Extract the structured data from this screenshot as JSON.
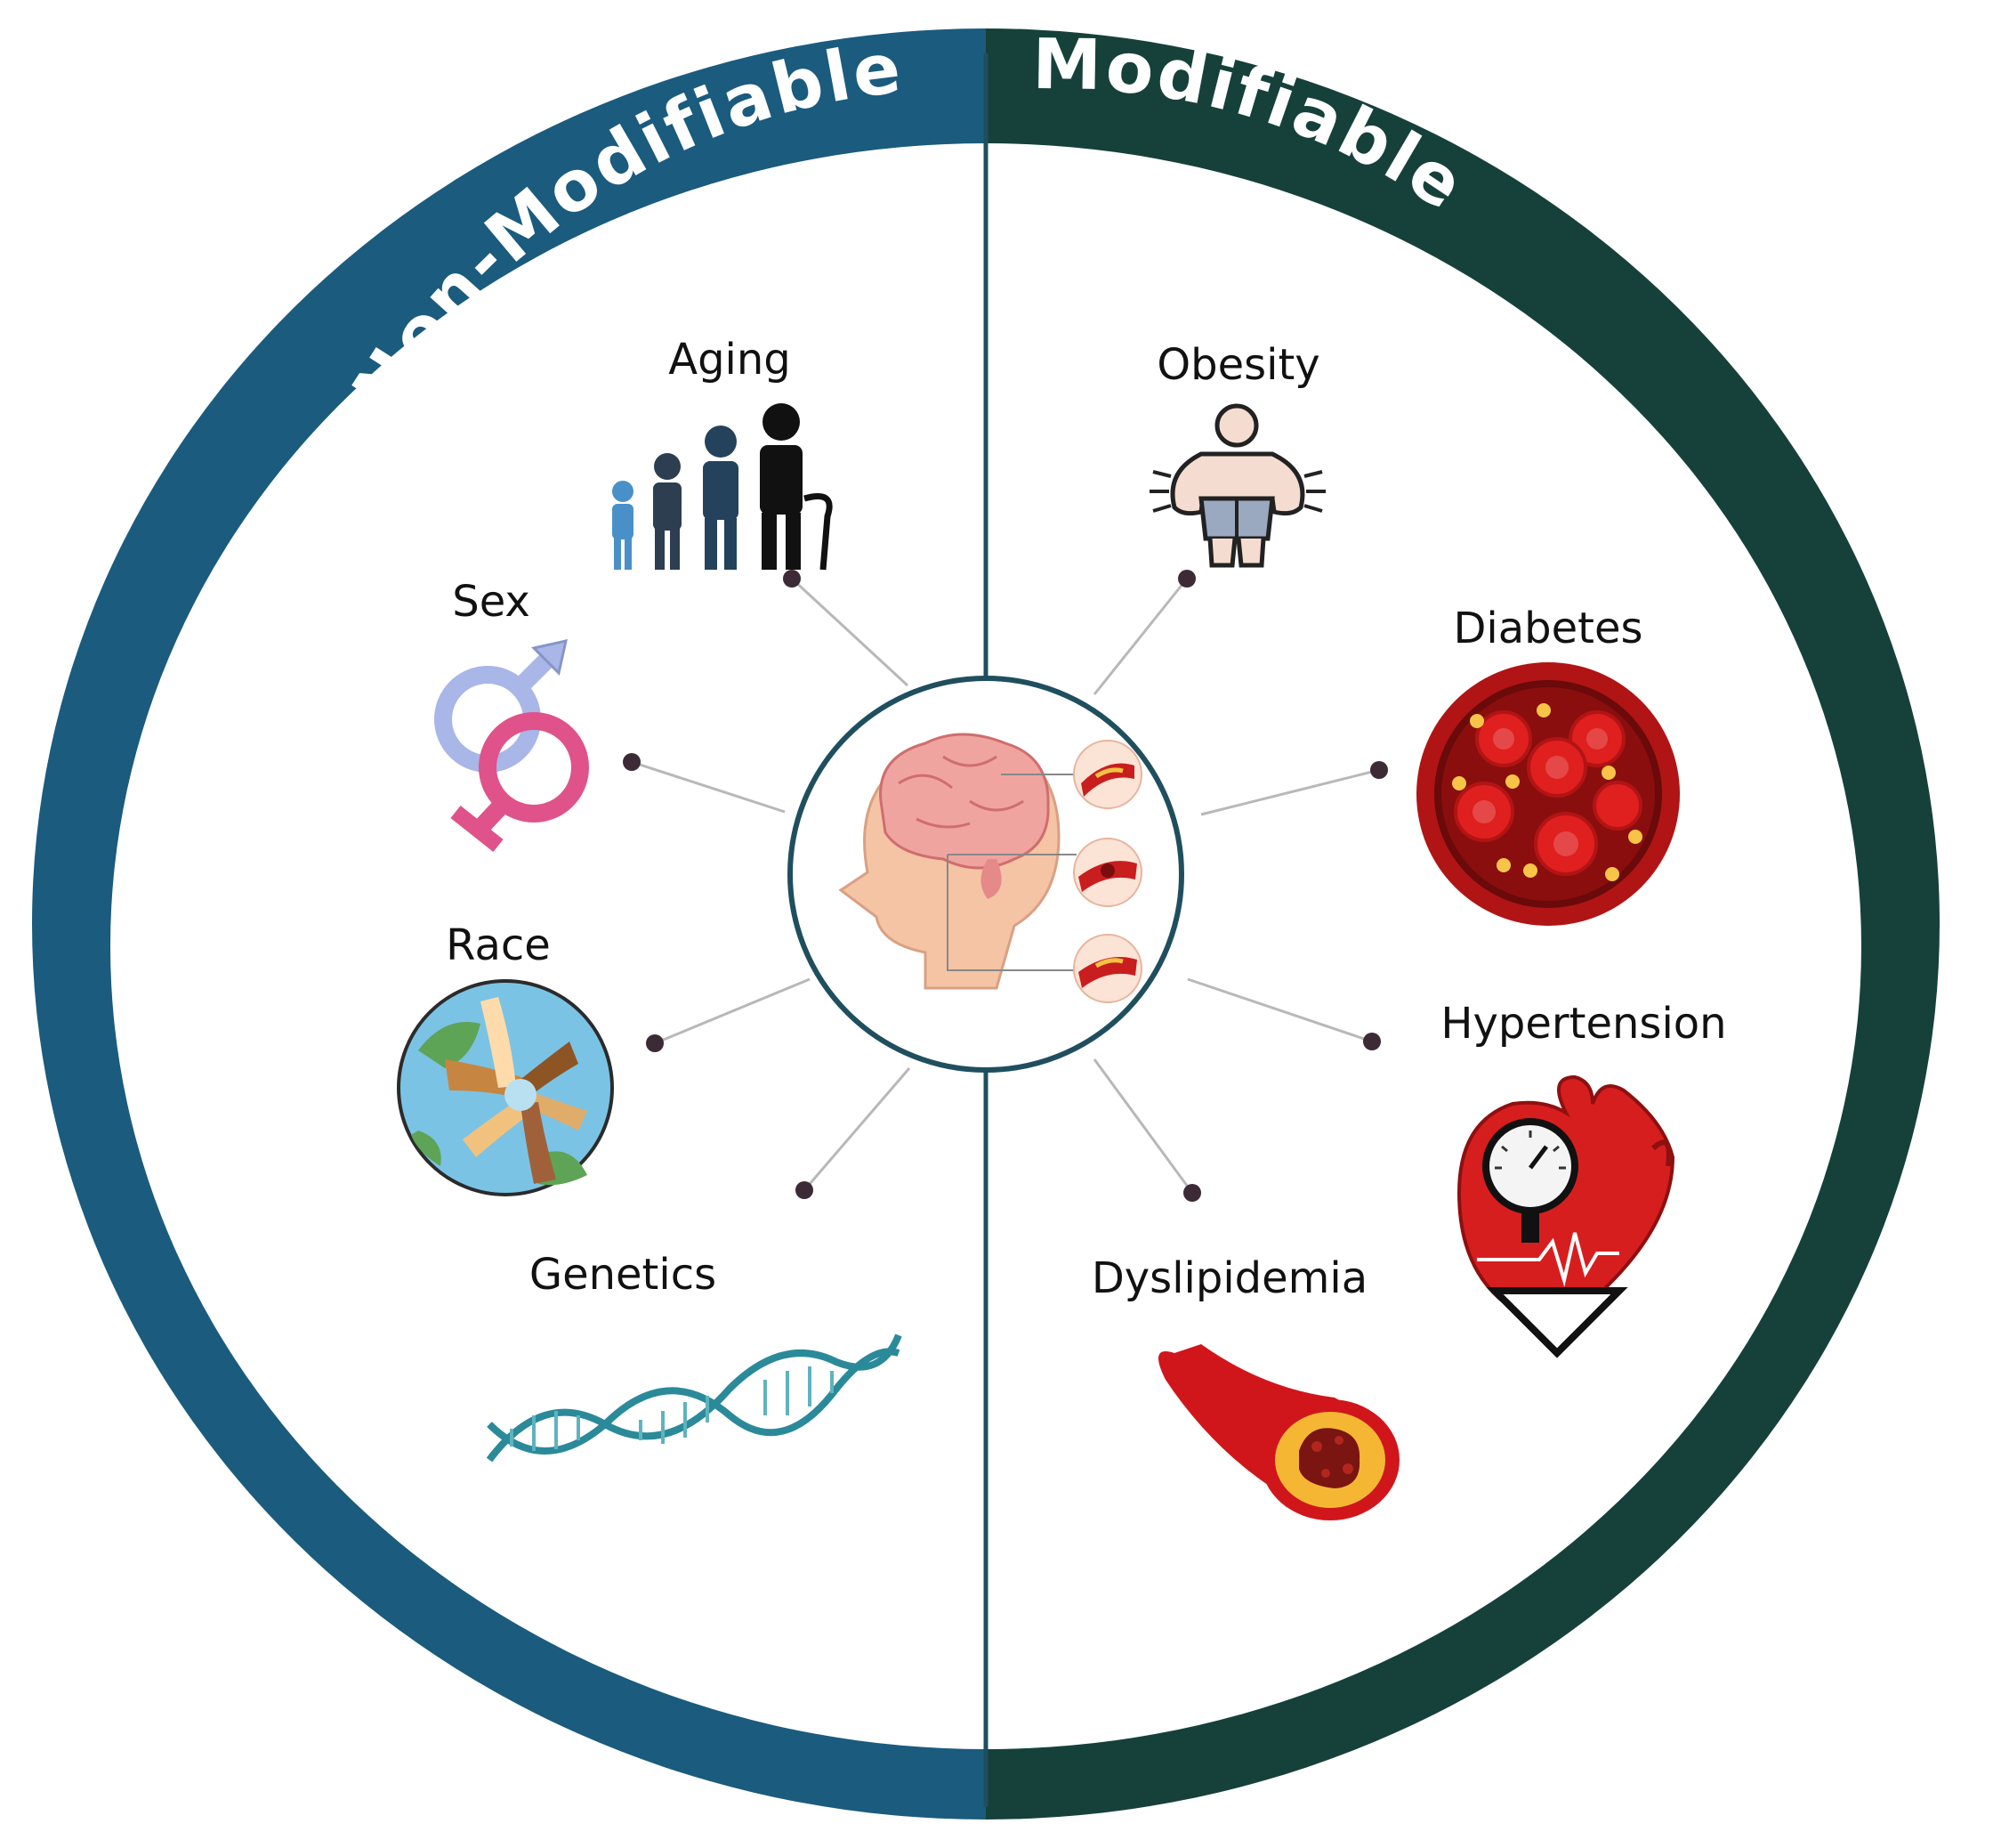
{
  "colors": {
    "non_modifiable": "#1a5b7e",
    "modifiable": "#16413a",
    "ring_inner": "#ffffff",
    "connector": "#b8b8b8",
    "dot": "#3c2a36"
  },
  "categories": {
    "non_modifiable": "Non-Modifiable",
    "modifiable": "Modifiable"
  },
  "center": {
    "icon": "brain-stroke-head-icon"
  },
  "factors": {
    "aging": {
      "label": "Aging",
      "icon": "aging-people-icon",
      "group": "Non-Modifiable"
    },
    "sex": {
      "label": "Sex",
      "icon": "gender-symbols-icon",
      "group": "Non-Modifiable"
    },
    "race": {
      "label": "Race",
      "icon": "globe-hands-icon",
      "group": "Non-Modifiable"
    },
    "genetics": {
      "label": "Genetics",
      "icon": "dna-helix-icon",
      "group": "Non-Modifiable"
    },
    "obesity": {
      "label": "Obesity",
      "icon": "obese-person-icon",
      "group": "Modifiable"
    },
    "diabetes": {
      "label": "Diabetes",
      "icon": "blood-vessel-cells-icon",
      "group": "Modifiable"
    },
    "hypertension": {
      "label": "Hypertension",
      "icon": "heart-gauge-icon",
      "group": "Modifiable"
    },
    "dyslipidemia": {
      "label": "Dyslipidemia",
      "icon": "clogged-artery-icon",
      "group": "Modifiable"
    }
  }
}
